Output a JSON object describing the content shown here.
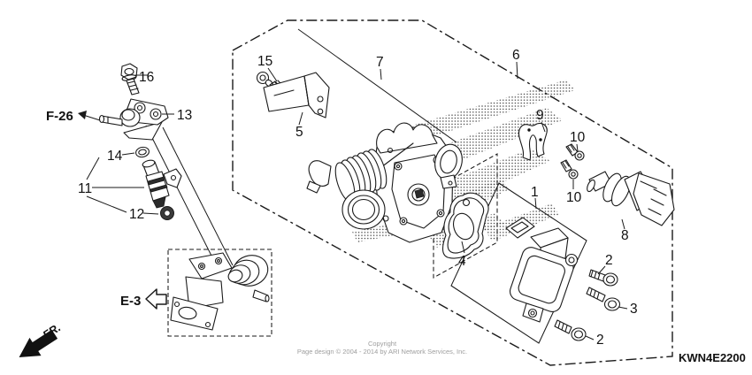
{
  "diagram": {
    "part_labels": [
      {
        "ref": "16",
        "text": "16"
      },
      {
        "ref": "13",
        "text": "13"
      },
      {
        "ref": "14",
        "text": "14"
      },
      {
        "ref": "11",
        "text": "11"
      },
      {
        "ref": "12",
        "text": "12"
      },
      {
        "ref": "15",
        "text": "15"
      },
      {
        "ref": "5",
        "text": "5"
      },
      {
        "ref": "7",
        "text": "7"
      },
      {
        "ref": "6",
        "text": "6"
      },
      {
        "ref": "9",
        "text": "9"
      },
      {
        "ref": "10-upper",
        "text": "10"
      },
      {
        "ref": "10-lower",
        "text": "10"
      },
      {
        "ref": "1",
        "text": "1"
      },
      {
        "ref": "8",
        "text": "8"
      },
      {
        "ref": "2-upper",
        "text": "2"
      },
      {
        "ref": "3",
        "text": "3"
      },
      {
        "ref": "2-lower",
        "text": "2"
      },
      {
        "ref": "4",
        "text": "4"
      }
    ],
    "references": {
      "f26": "F-26",
      "e3": "E-3",
      "front": "FR."
    },
    "footer": {
      "copyright_line1": "Copyright",
      "copyright_line2": "Page design © 2004 - 2014 by ARI Network Services, Inc.",
      "diagram_code": "KWN4E2200"
    },
    "colors": {
      "line": "#1a1a1a",
      "watermark": "#9e9e9e",
      "background": "#ffffff"
    }
  }
}
